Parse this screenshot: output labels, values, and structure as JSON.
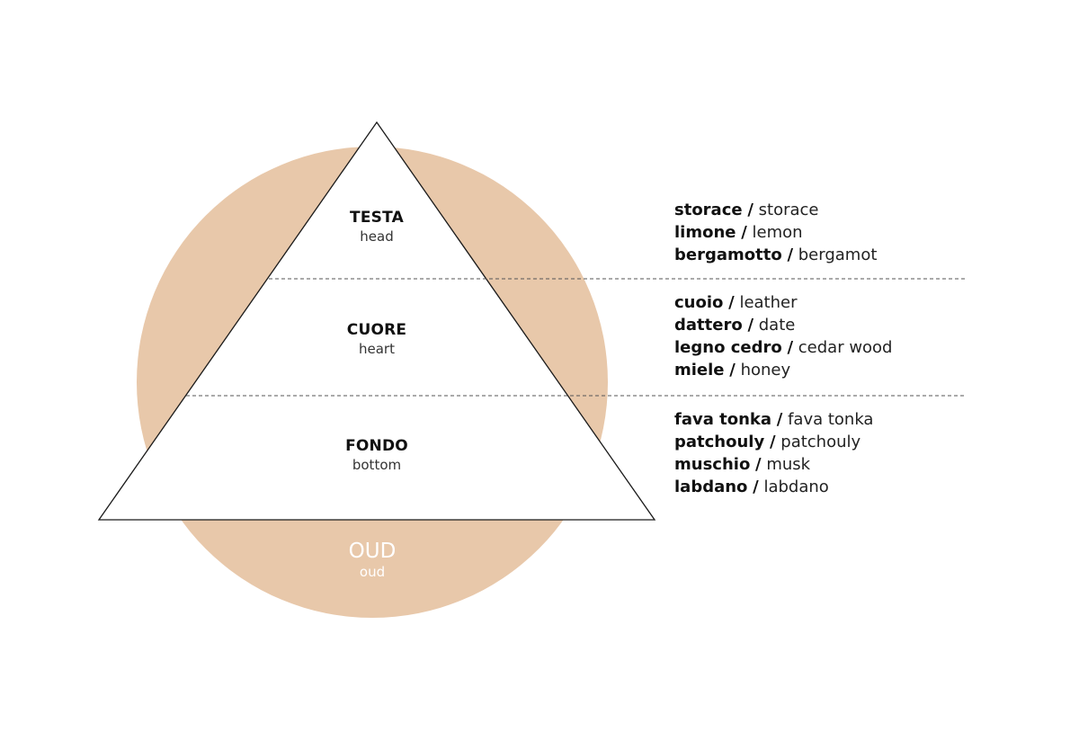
{
  "colors": {
    "circle_fill": "#e8c8aa",
    "triangle_fill": "#ffffff",
    "stroke": "#1a1a1a",
    "divider": "#555555"
  },
  "tiers": [
    {
      "label_it": "TESTA",
      "label_en": "head",
      "notes": [
        {
          "it": "storace",
          "en": "storace"
        },
        {
          "it": "limone",
          "en": "lemon"
        },
        {
          "it": "bergamotto",
          "en": "bergamot"
        }
      ]
    },
    {
      "label_it": "CUORE",
      "label_en": "heart",
      "notes": [
        {
          "it": "cuoio",
          "en": "leather"
        },
        {
          "it": "dattero",
          "en": "date"
        },
        {
          "it": "legno cedro",
          "en": "cedar wood"
        },
        {
          "it": "miele",
          "en": "honey"
        }
      ]
    },
    {
      "label_it": "FONDO",
      "label_en": "bottom",
      "notes": [
        {
          "it": "fava tonka",
          "en": "fava tonka"
        },
        {
          "it": "patchouly",
          "en": "patchouly"
        },
        {
          "it": "muschio",
          "en": "musk"
        },
        {
          "it": "labdano",
          "en": "labdano"
        }
      ]
    }
  ],
  "base": {
    "label_it": "OUD",
    "label_en": "oud"
  },
  "separator": "/"
}
